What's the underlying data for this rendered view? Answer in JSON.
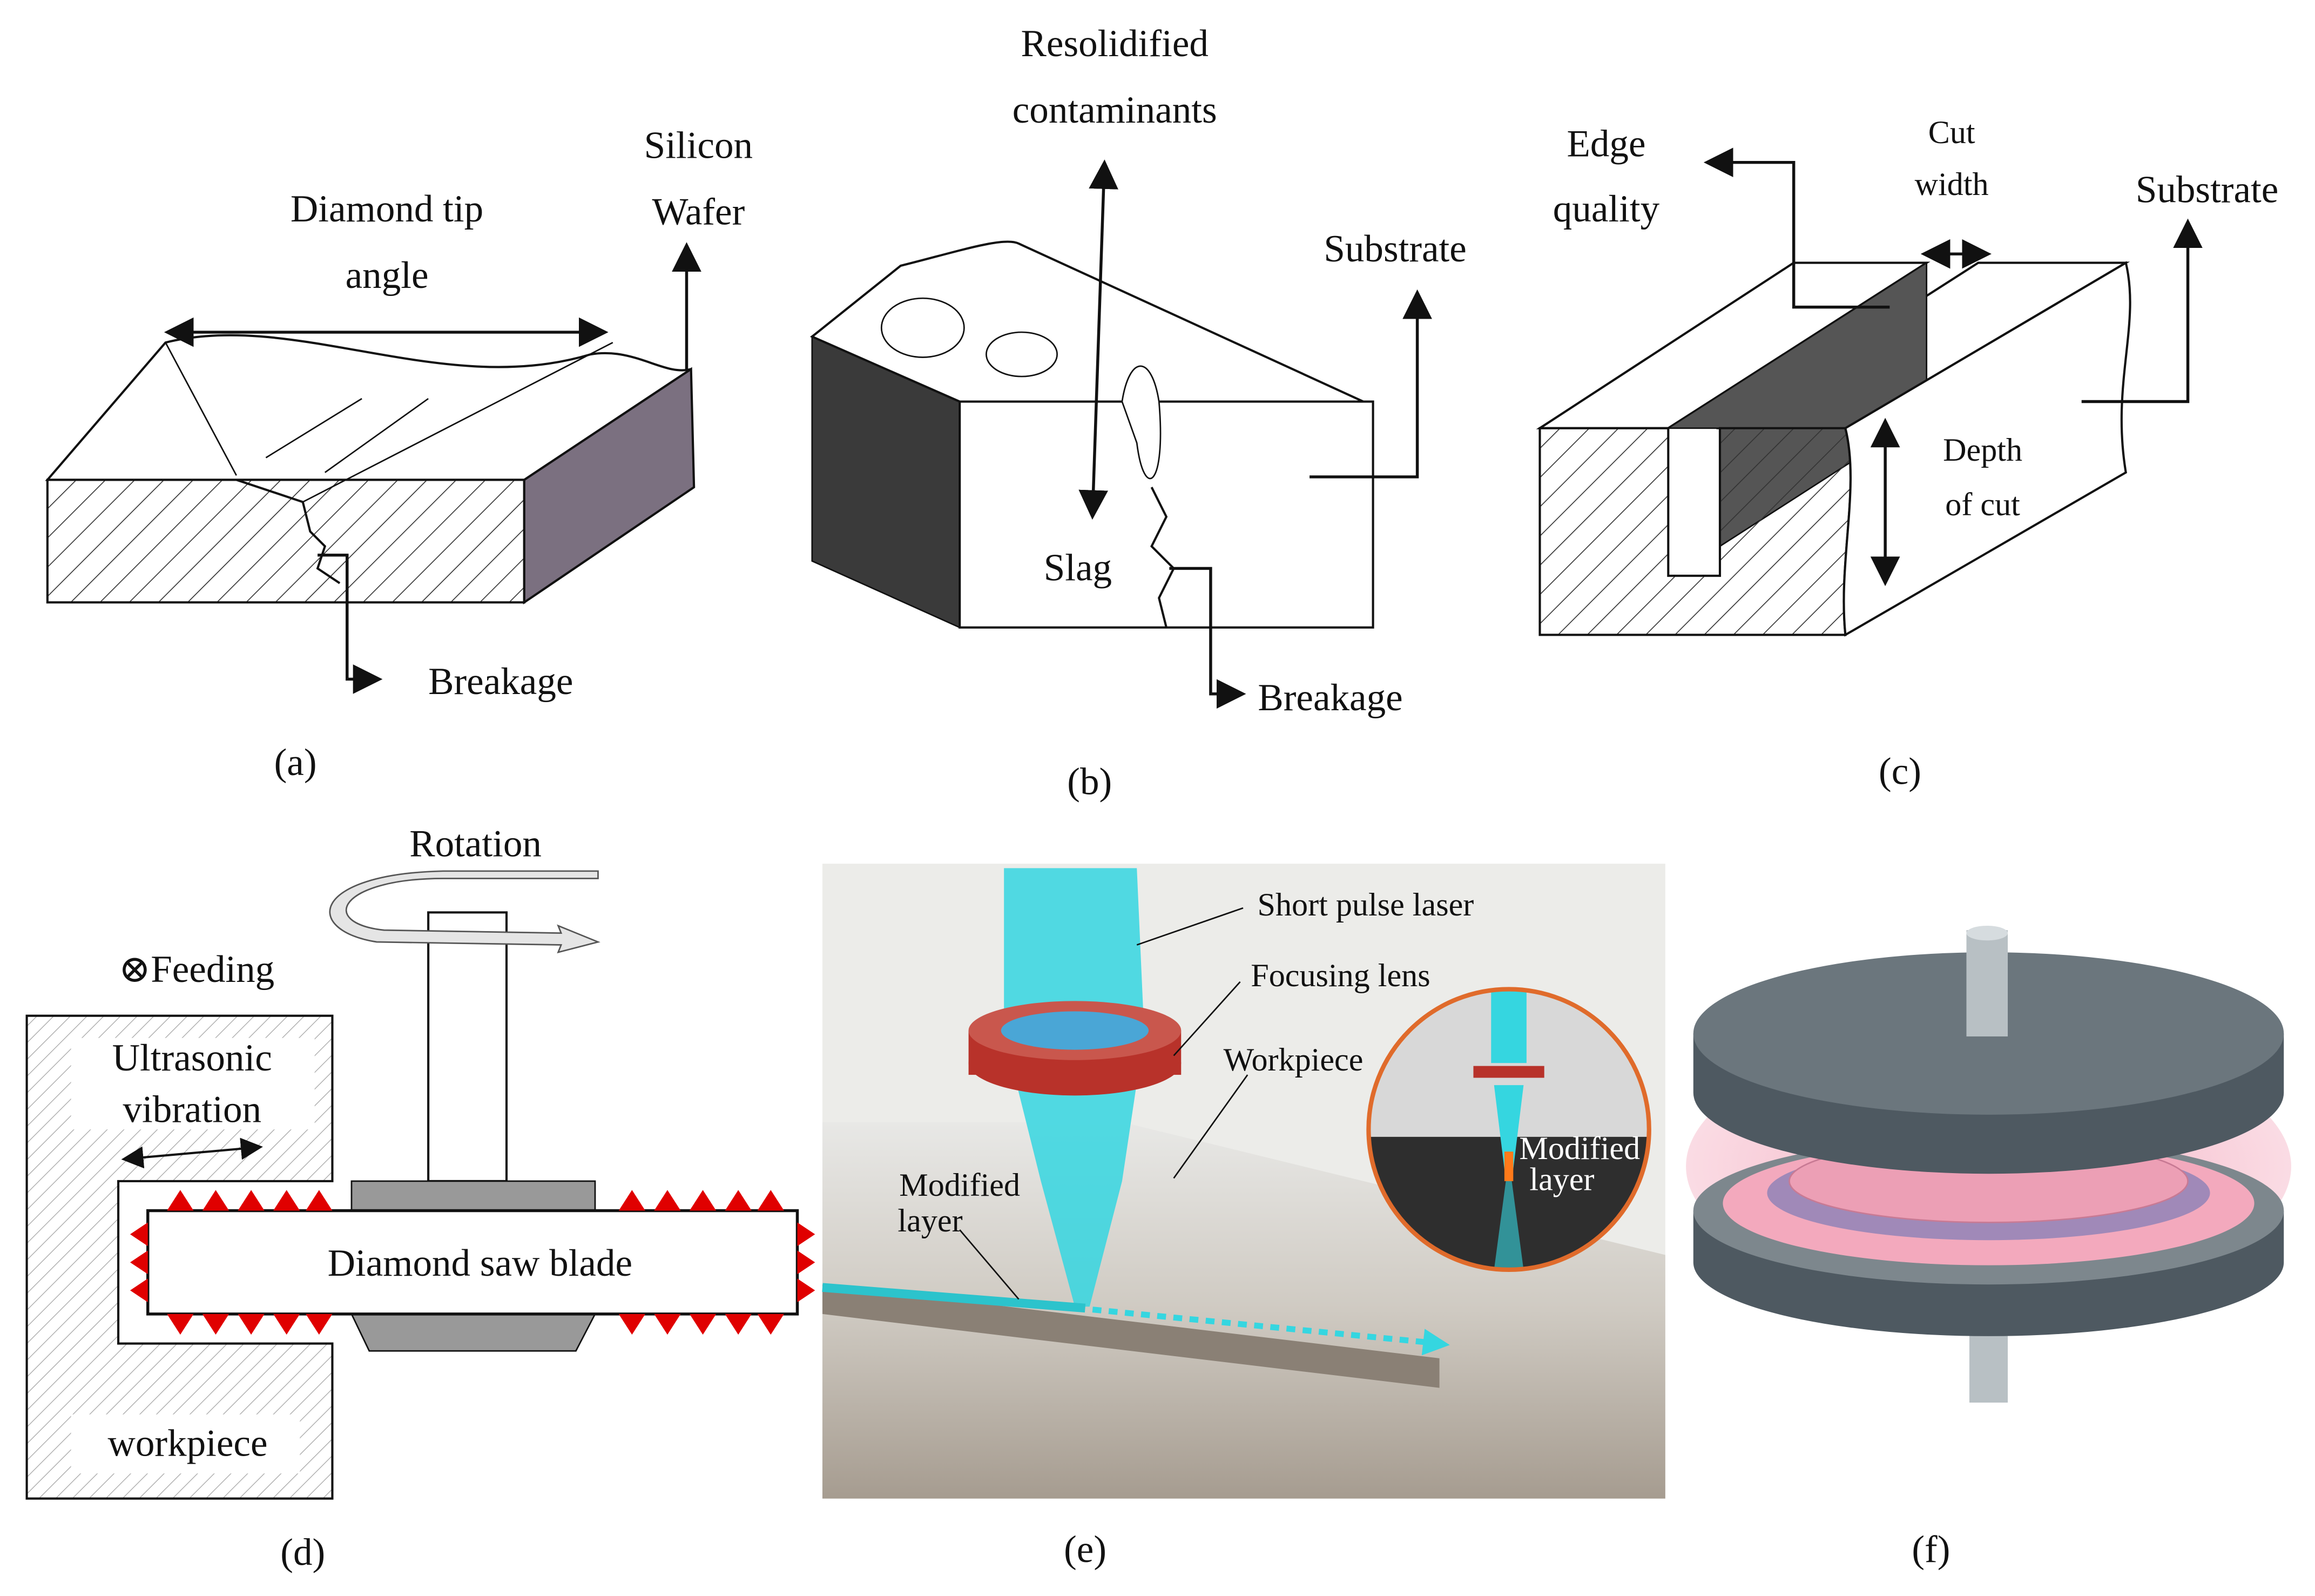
{
  "panels": {
    "a": {
      "caption": "(a)",
      "tip_angle": [
        "Diamond tip",
        "angle"
      ],
      "wafer": [
        "Silicon",
        "Wafer"
      ],
      "breakage": "Breakage"
    },
    "b": {
      "caption": "(b)",
      "contaminants": [
        "Resolidified",
        "contaminants"
      ],
      "substrate": "Substrate",
      "slag": "Slag",
      "breakage": "Breakage"
    },
    "c": {
      "caption": "(c)",
      "edge": [
        "Edge",
        "quality"
      ],
      "cut_width": [
        "Cut",
        "width"
      ],
      "substrate": "Substrate",
      "depth": [
        "Depth",
        "of cut"
      ]
    },
    "d": {
      "caption": "(d)",
      "rotation": "Rotation",
      "feeding": "⊗Feeding",
      "ultrasonic": [
        "Ultrasonic",
        "vibration"
      ],
      "blade": "Diamond saw blade",
      "workpiece": "workpiece"
    },
    "e": {
      "caption": "(e)",
      "laser": "Short pulse laser",
      "lens": "Focusing lens",
      "workpiece": "Workpiece",
      "modified": [
        "Modified",
        "layer"
      ],
      "inset_modified": [
        "Modified",
        "layer"
      ]
    },
    "f": {
      "caption": "(f)"
    }
  },
  "colors": {
    "laser": "#35d6e0",
    "lens": "#b8322a",
    "triangles": "#e00000",
    "pink": "#f3a9bd",
    "disc": "#5b6770"
  }
}
